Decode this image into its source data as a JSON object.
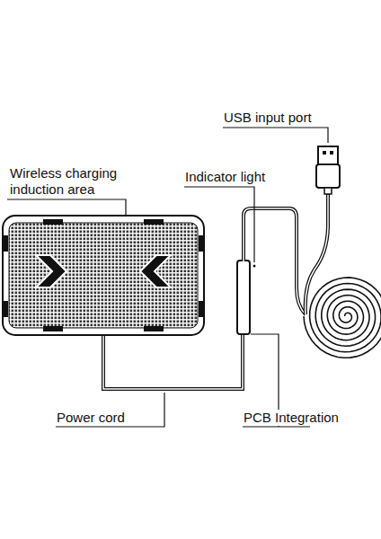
{
  "diagram": {
    "labels": [
      "USB input port",
      "Wireless charging induction area",
      "Indicator light",
      "Power cord",
      "PCB Integration"
    ]
  }
}
